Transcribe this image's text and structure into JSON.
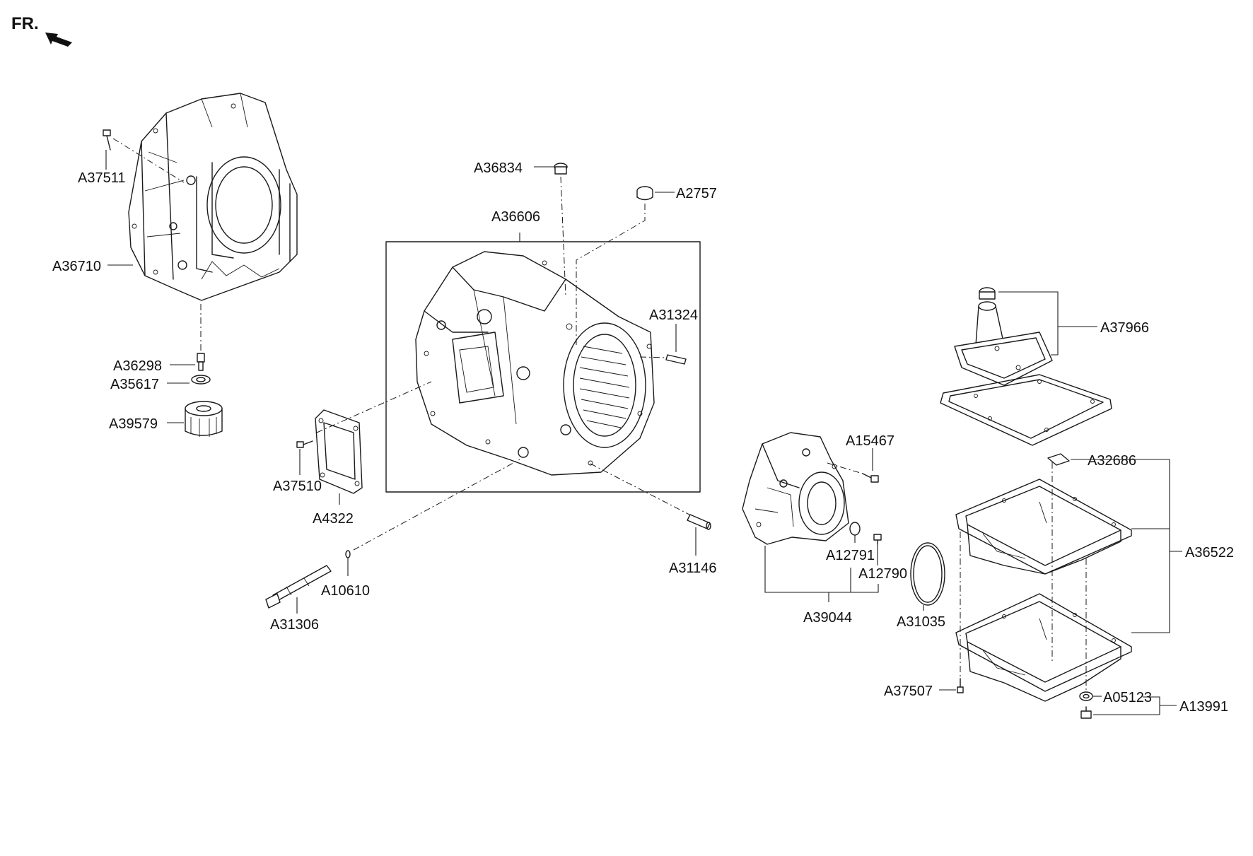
{
  "orientation": {
    "label": "FR.",
    "icon": "front-direction-arrow-icon"
  },
  "callouts": {
    "a37511": "A37511",
    "a36710": "A36710",
    "a36298": "A36298",
    "a35617": "A35617",
    "a39579": "A39579",
    "a36834": "A36834",
    "a2757": "A2757",
    "a36606": "A36606",
    "a31324": "A31324",
    "a37510": "A37510",
    "a4322": "A4322",
    "a31146": "A31146",
    "a10610": "A10610",
    "a31306": "A31306",
    "a15467": "A15467",
    "a12791": "A12791",
    "a12790": "A12790",
    "a39044": "A39044",
    "a31035": "A31035",
    "a37966": "A37966",
    "a32686": "A32686",
    "a36522": "A36522",
    "a37507": "A37507",
    "a05123": "A05123",
    "a13991": "A13991"
  },
  "colors": {
    "line": "#1a1a1a",
    "background": "#ffffff"
  }
}
